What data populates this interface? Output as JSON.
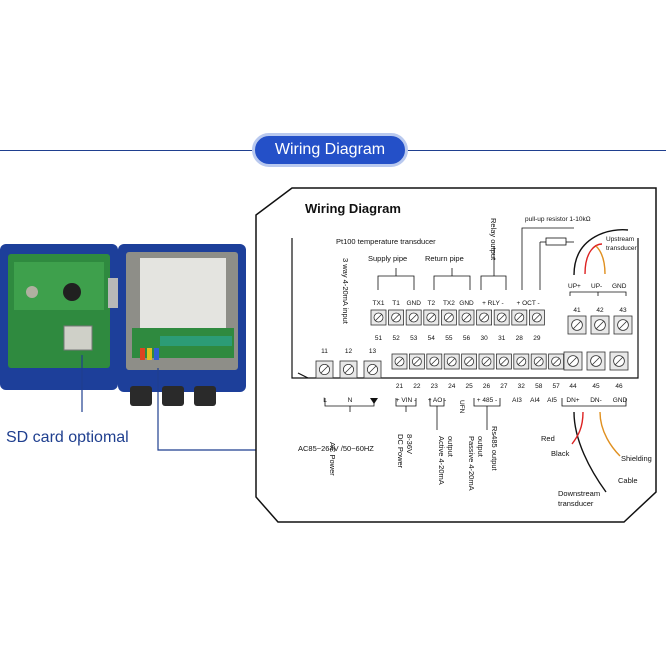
{
  "banner": {
    "title": "Wiring Diagram"
  },
  "left_photo": {
    "sd_label": "SD card optiomal"
  },
  "panel": {
    "title": "Wiring Diagram",
    "pt100_label": "Pt100 temperature transducer",
    "supply_pipe": "Supply pipe",
    "return_pipe": "Return pipe",
    "relay_output": "Relay output",
    "pullup_label": "pull-up resistor 1-10kΩ",
    "upstream_label": [
      "Upstream",
      "transducer"
    ],
    "downstream_label": [
      "Downstream",
      "transducer"
    ],
    "input_4_20_label": "3 way 4-20mA input",
    "top_signal_labels": [
      "TX1",
      "T1",
      "GND",
      "T2",
      "TX2",
      "GND",
      "+ RLY -",
      "+ OCT -"
    ],
    "top_numbers": [
      "51",
      "52",
      "53",
      "54",
      "55",
      "56",
      "30",
      "31",
      "28",
      "29"
    ],
    "right_top_labels": [
      "UP+",
      "UP-",
      "GND"
    ],
    "right_top_numbers": [
      "41",
      "42",
      "43"
    ],
    "left_numbers": [
      "11",
      "12",
      "13"
    ],
    "left_signals": [
      "L",
      "N"
    ],
    "bottom_numbers": [
      "21",
      "22",
      "23",
      "24",
      "25",
      "26",
      "27",
      "32",
      "58",
      "57",
      "44",
      "45",
      "46"
    ],
    "bottom_signals": [
      "+ VIN -",
      "+ AO -",
      "+ 485 -",
      "AI3",
      "AI4",
      "AI5",
      "DN+",
      "DN-",
      "GND"
    ],
    "vertical_labels": [
      "AC Power",
      "AC85~264V /50~60HZ",
      "DC Power",
      "8-36V",
      "Active 4-20mA",
      "output",
      "Passive 4-20mA",
      "output",
      "Rs485 output"
    ],
    "ufn_label": "UFN",
    "cable_labels": {
      "red": "Red",
      "black": "Black",
      "shielding": "Shielding",
      "cable": "Cable"
    }
  }
}
